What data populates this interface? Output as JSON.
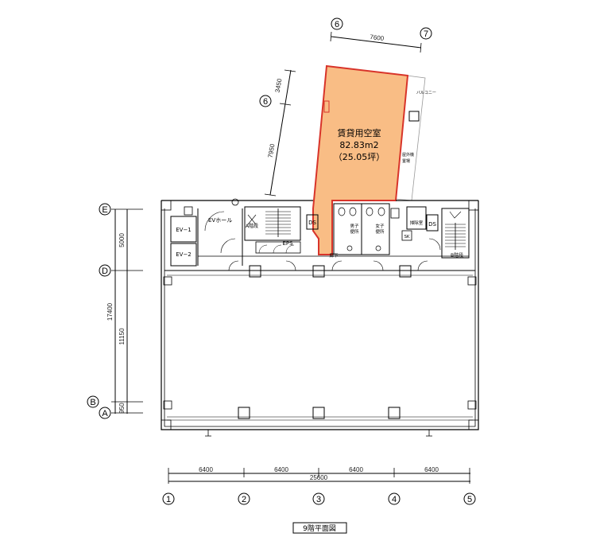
{
  "plan": {
    "title": "9階平面図",
    "vacancy": {
      "label": "賃貸用空室",
      "area_m2": "82.83m2",
      "area_tsubo": "（25.05坪）",
      "fill_color": "#f9bd85",
      "border_color": "#d8342a"
    },
    "rooms": {
      "ev_hall": "EVホール",
      "ev1": "EV−1",
      "ev2": "EV−2",
      "stair_a": "A階段",
      "stair_b": "B階段",
      "ds_left": "DS",
      "ds_right": "DS",
      "eps": "EPS",
      "corridor": "廊下",
      "male_wc_1": "男子",
      "male_wc_2": "便所",
      "female_wc_1": "女子",
      "female_wc_2": "便所",
      "cleaning": "掃除室",
      "sk": "SK",
      "balcony": "バルコニー",
      "outdoor_unit_1": "屋外機",
      "outdoor_unit_2": "置場"
    },
    "bottom_dims": {
      "spans": [
        "6400",
        "6400",
        "6400",
        "6400"
      ],
      "total": "25600",
      "axes": [
        "1",
        "2",
        "3",
        "4",
        "5"
      ]
    },
    "left_dims": {
      "axes": [
        "E",
        "D",
        "B",
        "A"
      ],
      "spans": [
        "5000",
        "11150",
        "950"
      ],
      "total": "17400"
    },
    "wing_dims": {
      "top_axes": [
        "6",
        "7"
      ],
      "top_span": "7600",
      "left_axis": "6",
      "left_spans": [
        "3450",
        "7950"
      ]
    }
  }
}
